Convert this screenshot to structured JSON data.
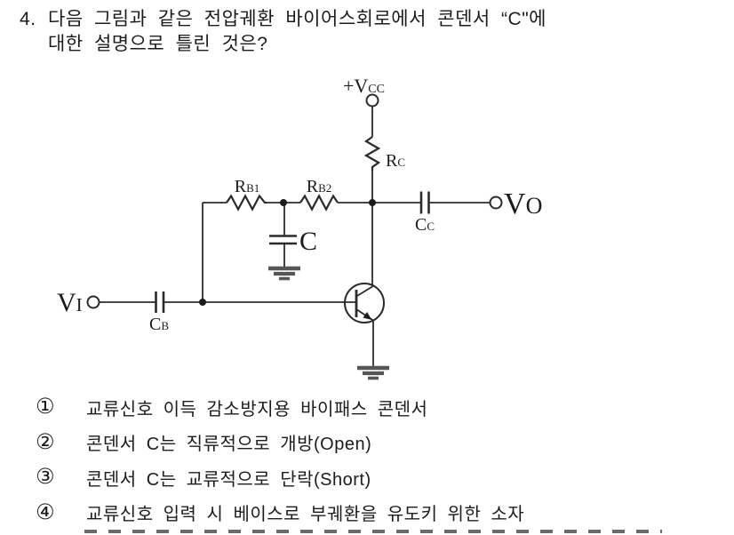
{
  "question": {
    "number": "4.",
    "line1": "다음 그림과 같은 전압궤환 바이어스회로에서 콘덴서 “C\"에",
    "line2": "대한 설명으로 틀린 것은?"
  },
  "circuit": {
    "description": "voltage-feedback bias transistor circuit",
    "labels": {
      "vcc": {
        "main": "+V",
        "sub": "CC"
      },
      "rc": {
        "main": "R",
        "sub": "C"
      },
      "rb1": {
        "main": "R",
        "sub": "B1"
      },
      "rb2": {
        "main": "R",
        "sub": "B2"
      },
      "c": {
        "main": "C"
      },
      "cc": {
        "main": "C",
        "sub": "C"
      },
      "cb": {
        "main": "C",
        "sub": "B"
      },
      "vi": {
        "main": "V",
        "sub": "I"
      },
      "vo": {
        "main": "V",
        "sub": "O"
      }
    }
  },
  "options": [
    {
      "num": "①",
      "text": "교류신호 이득 감소방지용 바이패스 콘덴서"
    },
    {
      "num": "②",
      "text": "콘덴서 C는 직류적으로 개방(Open)"
    },
    {
      "num": "③",
      "text": "콘덴서 C는 교류적으로 단락(Short)"
    },
    {
      "num": "④",
      "text": "교류신호 입력 시 베이스로 부궤환을 유도키 위한 소자"
    }
  ],
  "colors": {
    "ink": "#1c1c1c",
    "wire": "#2b2b2b",
    "ground": "#565656",
    "background": "#ffffff"
  }
}
